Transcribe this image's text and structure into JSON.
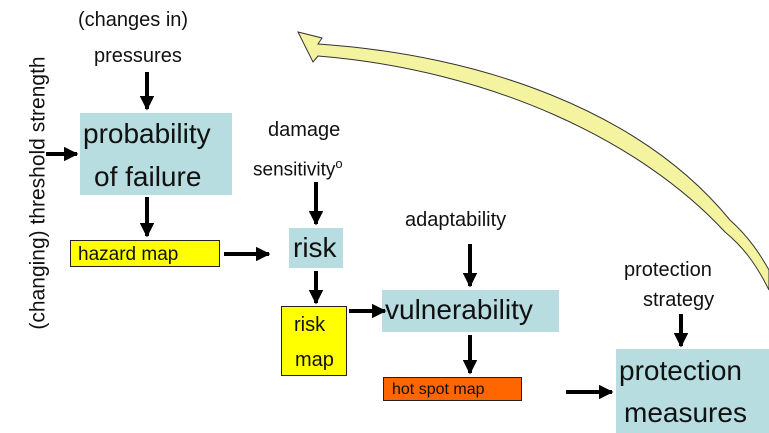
{
  "vertical_label": "(changing) threshold strength",
  "pressures": {
    "line1": "(changes in)",
    "line2": "pressures"
  },
  "probability_box": {
    "line1": "probability",
    "line2": "of failure"
  },
  "hazard_map": "hazard map",
  "damage_sensitivity": {
    "line1": "damage",
    "line2": "sensitivity",
    "superscript": "o"
  },
  "risk": "risk",
  "risk_map": {
    "line1": "risk",
    "line2": "map"
  },
  "adaptability": "adaptability",
  "vulnerability": "vulnerability",
  "hot_spot_map": "hot spot map",
  "protection_strategy": {
    "line1": "protection",
    "line2": "strategy"
  },
  "protection_measures": {
    "line1": "protection",
    "line2": "measures"
  },
  "colors": {
    "teal_box": "#b7dde1",
    "yellow_box": "#ffff00",
    "orange_box": "#ff6600",
    "curved_arrow_fill": "#f3f3a0",
    "arrow": "#000000"
  }
}
